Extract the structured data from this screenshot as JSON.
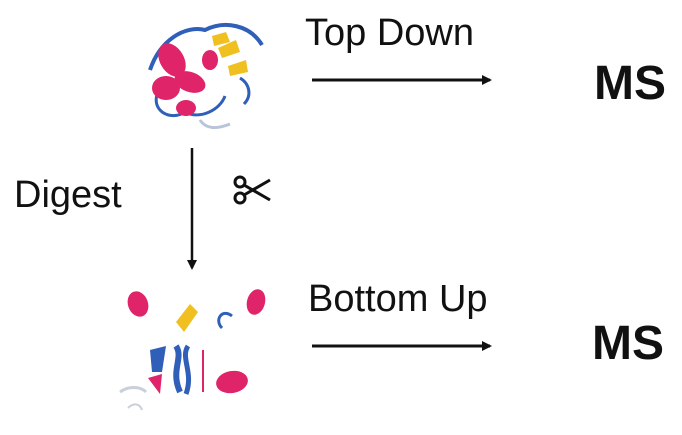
{
  "labels": {
    "top_down": "Top Down",
    "bottom_up": "Bottom Up",
    "digest": "Digest",
    "ms_top": "MS",
    "ms_bottom": "MS"
  },
  "icons": {
    "scissors": "scissors-icon",
    "intact_protein": "protein-structure-icon",
    "digested_peptides": "peptide-fragments-icon"
  },
  "colors": {
    "helix": "#e0246a",
    "sheet": "#f0c020",
    "coil": "#2f5fb8",
    "arrow": "#111111"
  }
}
